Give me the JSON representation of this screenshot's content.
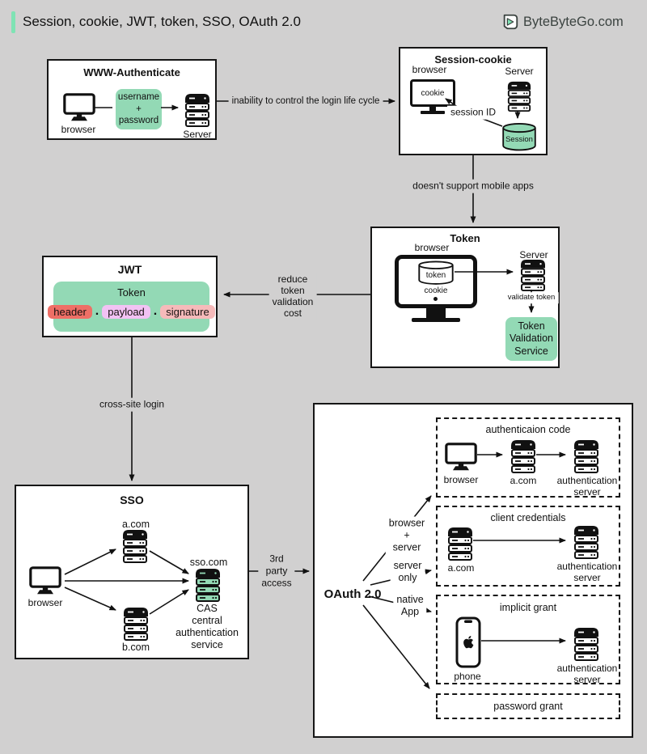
{
  "header": {
    "title": "Session, cookie, JWT, token, SSO, OAuth 2.0",
    "brand": "ByteByteGo.com"
  },
  "colors": {
    "accent": "#7fe3b4",
    "green": "#93d9b5",
    "header_pill": "#ee6f66",
    "payload_pill": "#f2c2f4",
    "signature_pill": "#f6baba",
    "background": "#d1d0d0"
  },
  "edges": {
    "www_to_session": "inability to control the login life cycle",
    "session_to_token": "doesn't support mobile apps",
    "token_to_jwt": [
      "reduce",
      "token",
      "validation",
      "cost"
    ],
    "jwt_to_sso": "cross-site login",
    "sso_to_oauth": [
      "3rd",
      "party",
      "access"
    ]
  },
  "www_auth": {
    "title": "WWW-Authenticate",
    "browser": "browser",
    "credentials": [
      "username",
      "+",
      "password"
    ],
    "server": "Server"
  },
  "session_cookie": {
    "title": "Session-cookie",
    "browser": "browser",
    "cookie": "cookie",
    "server": "Server",
    "session_id": "session ID",
    "session_db": "Session"
  },
  "token_box": {
    "title": "Token",
    "browser": "browser",
    "token": "token",
    "cookie": "cookie",
    "server": "Server",
    "validate": "validate token",
    "service": [
      "Token",
      "Validation",
      "Service"
    ]
  },
  "jwt": {
    "title": "JWT",
    "token": "Token",
    "header": "header",
    "dot": ".",
    "payload": "payload",
    "signature": "signature"
  },
  "sso": {
    "title": "SSO",
    "browser": "browser",
    "a_com": "a.com",
    "b_com": "b.com",
    "sso_com": "sso.com",
    "cas": [
      "CAS",
      "central",
      "authentication",
      "service"
    ]
  },
  "oauth": {
    "label": "OAuth 2.0",
    "branches": {
      "browser_server": [
        "browser",
        "+",
        "server"
      ],
      "server_only": [
        "server",
        "only"
      ],
      "native_app": [
        "native",
        "App"
      ]
    },
    "auth_code": {
      "title": "authenticaion code",
      "browser": "browser",
      "a_com": "a.com",
      "auth_server": [
        "authentication",
        "server"
      ]
    },
    "client_credentials": {
      "title": "client credentials",
      "a_com": "a.com",
      "auth_server": [
        "authentication",
        "server"
      ]
    },
    "implicit_grant": {
      "title": "implicit grant",
      "phone": "phone",
      "auth_server": [
        "authentication",
        "server"
      ]
    },
    "password_grant": {
      "title": "password grant"
    }
  }
}
